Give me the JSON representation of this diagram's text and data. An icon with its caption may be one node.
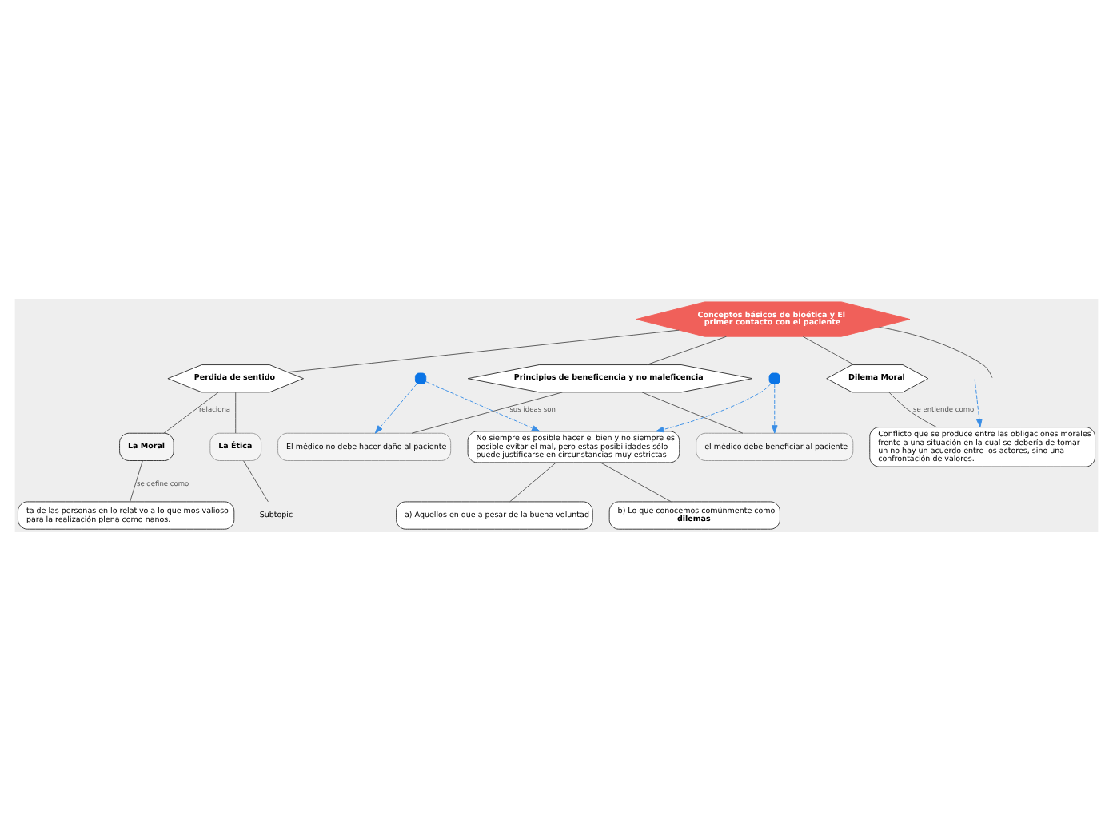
{
  "diagram": {
    "nodes": [
      {
        "text": [
          "Conceptos básicos de bioética y El primer contacto con el paciente"
        ]
      },
      {
        "text": [
          "Perdida de sentido"
        ]
      },
      {
        "text": [
          "Principios de beneficencia y no maleficencia"
        ]
      },
      {
        "text": [
          "Dilema Moral"
        ]
      },
      {
        "text": [
          "La Moral"
        ]
      },
      {
        "text": [
          "La Ética"
        ]
      },
      {
        "text": [
          "ta de las personas en lo relativo a lo que mos valioso para la realización plena como nanos."
        ]
      },
      {
        "text": [
          "Subtopic"
        ]
      },
      {
        "text": [
          "El médico no debe hacer daño al paciente"
        ]
      },
      {
        "text": [
          "el médico debe beneficiar al paciente"
        ]
      },
      {
        "text": [],
        "shape": "box"
      },
      {
        "text": [],
        "shape": "box"
      },
      {
        "text": [
          "No siempre es posible hacer el bien y no siempre es posible evitar el mal, pero estas posibilidades sólo puede justificarse en circunstancias muy estrictas"
        ]
      },
      {
        "text": [
          "a) Aquellos en que a pesar de la buena voluntad"
        ]
      },
      {
        "text": [
          "b) Lo que conocemos comúnmente como **dilemas**"
        ]
      },
      {
        "text": [
          "Conflicto que se produce entre las obligaciones morales frente a una situación en la cual se debería de tomar un no hay un acuerdo entre los actores, sino una confrontación de valores."
        ]
      }
    ],
    "edges": [
      {
        "from": 0,
        "to": 1,
        "arrow": "none"
      },
      {
        "from": 0,
        "to": 2,
        "arrow": "none"
      },
      {
        "from": 0,
        "to": 3,
        "arrow": "none"
      },
      {
        "from": 0,
        "to": null,
        "arrow": "none"
      },
      {
        "from": 1,
        "to": 4,
        "arrow": "none",
        "label": "relaciona"
      },
      {
        "from": 1,
        "to": 5,
        "arrow": "none"
      },
      {
        "from": 4,
        "to": 6,
        "arrow": "none",
        "label": "se define como"
      },
      {
        "from": 5,
        "to": 7,
        "arrow": "none"
      },
      {
        "from": 2,
        "to": 8,
        "arrow": "none",
        "label": "sus ideas son"
      },
      {
        "from": 2,
        "to": 9,
        "arrow": "none"
      },
      {
        "from": 10,
        "to": 8,
        "arrow": "to",
        "style": "dashed",
        "color": "#3a8ee6"
      },
      {
        "from": 10,
        "to": 12,
        "arrow": "to",
        "style": "dashed",
        "color": "#3a8ee6"
      },
      {
        "from": 11,
        "to": 9,
        "arrow": "to",
        "style": "dashed",
        "color": "#3a8ee6"
      },
      {
        "from": 11,
        "to": 12,
        "arrow": "to",
        "style": "dashed",
        "color": "#3a8ee6"
      },
      {
        "from": 12,
        "to": 13,
        "arrow": "none"
      },
      {
        "from": 12,
        "to": 14,
        "arrow": "none"
      },
      {
        "from": 3,
        "to": 15,
        "arrow": "none",
        "label": "se entiende como"
      },
      {
        "from": null,
        "to": 15,
        "arrow": "to",
        "style": "dashed",
        "color": "#3a8ee6"
      }
    ]
  }
}
